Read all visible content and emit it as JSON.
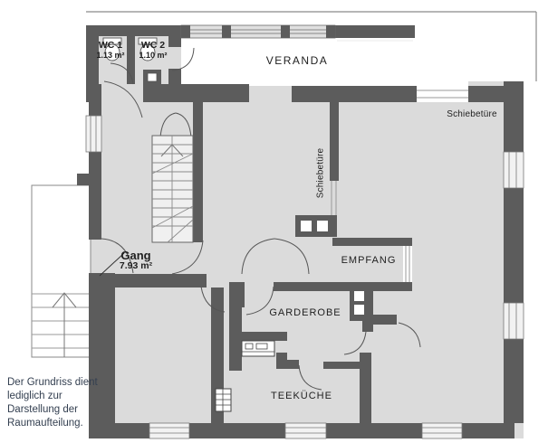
{
  "plan": {
    "rooms": {
      "veranda": {
        "label": "VERANDA"
      },
      "wc1": {
        "label": "WC 1",
        "area": "1.13 m²"
      },
      "wc2": {
        "label": "WC 2",
        "area": "1.10 m²"
      },
      "gang": {
        "label": "Gang",
        "area": "7.93 m²"
      },
      "empfang": {
        "label": "EMPFANG"
      },
      "garderobe": {
        "label": "GARDEROBE"
      },
      "teekueche": {
        "label": "TEEKÜCHE"
      }
    },
    "annotations": {
      "schiebetuere_top": "Schiebetüre",
      "schiebetuere_mid": "Schiebetüre"
    },
    "note": "Der Grundriss dient lediglich zur Darstellung der Raumaufteilung.",
    "colors": {
      "wall": "#5c5c5c",
      "floor": "#dbdbdb",
      "stair_fill": "#f0f0f0",
      "note_text": "#333f50"
    }
  }
}
